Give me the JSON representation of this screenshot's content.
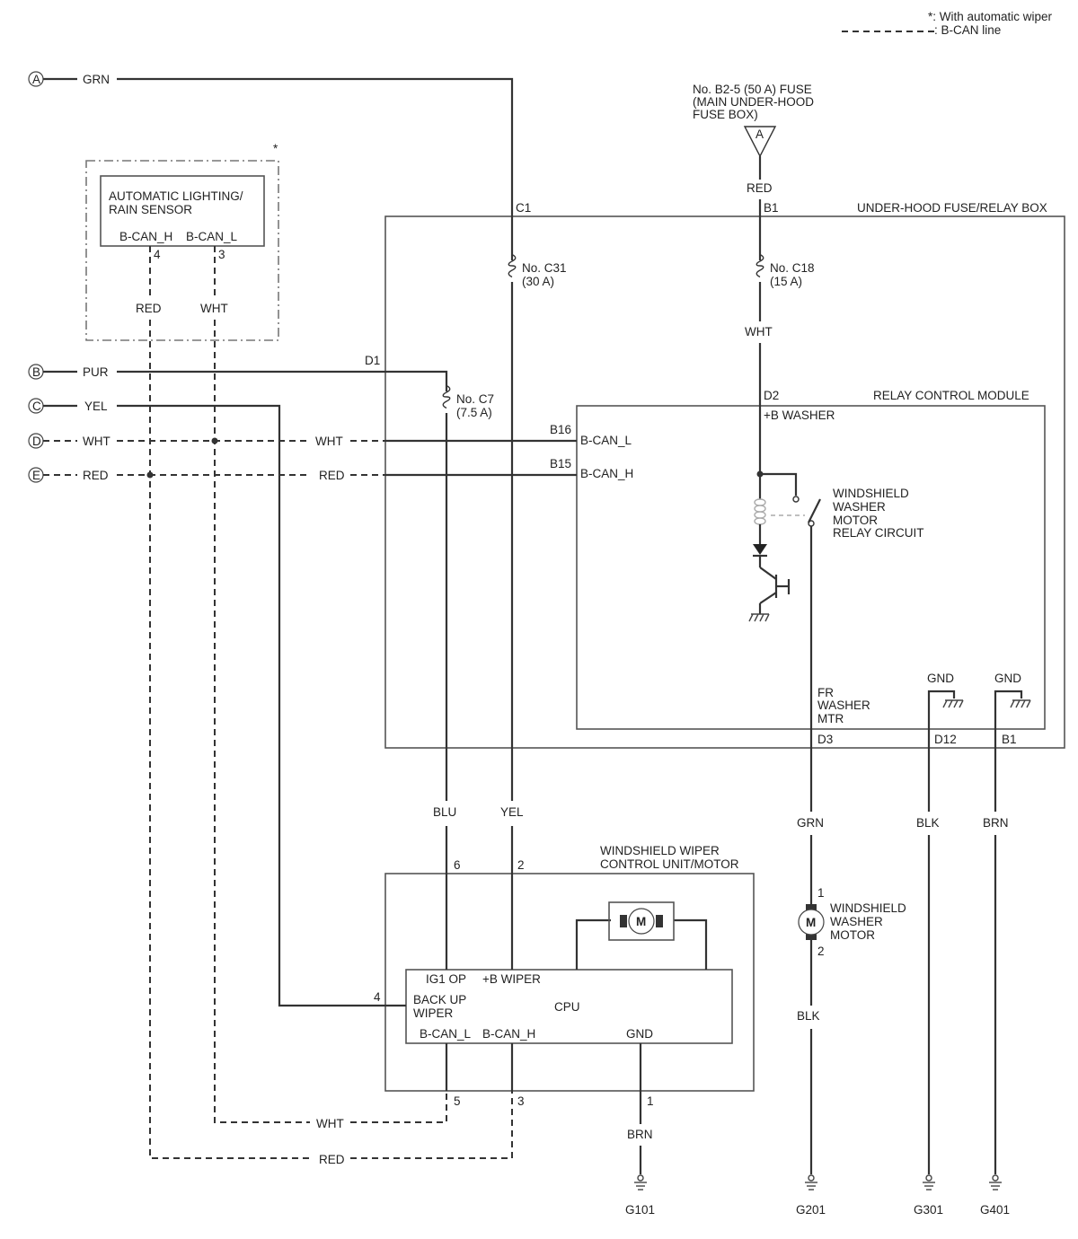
{
  "legend": {
    "automatic_wiper_note": "*: With automatic wiper",
    "bcan_line_note": ": B-CAN line"
  },
  "connectors": {
    "a": "A",
    "b": "B",
    "c": "C",
    "d": "D",
    "e": "E",
    "fuse_triangle": "A",
    "sensor_asterisk": "*"
  },
  "fuse_main": {
    "line1": "No. B2-5 (50 A) FUSE",
    "line2": "(MAIN UNDER-HOOD",
    "line3": "FUSE BOX)"
  },
  "under_hood_box": {
    "title": "UNDER-HOOD FUSE/RELAY BOX",
    "fuse_c31": {
      "name": "No. C31",
      "rating": "(30 A)"
    },
    "fuse_c18": {
      "name": "No. C18",
      "rating": "(15 A)"
    },
    "fuse_c7": {
      "name": "No. C7",
      "rating": "(7.5 A)"
    }
  },
  "relay_module": {
    "title": "RELAY CONTROL MODULE",
    "pin_b_washer": "+B WASHER",
    "pin_bcan_l": "B-CAN_L",
    "pin_bcan_h": "B-CAN_H",
    "relay_line1": "WINDSHIELD",
    "relay_line2": "WASHER",
    "relay_line3": "MOTOR",
    "relay_line4": "RELAY CIRCUIT",
    "fr_line1": "FR",
    "fr_line2": "WASHER",
    "fr_line3": "MTR",
    "gnd1": "GND",
    "gnd2": "GND"
  },
  "sensor": {
    "line1": "AUTOMATIC LIGHTING/",
    "line2": "RAIN SENSOR",
    "pin_h": "B-CAN_H",
    "pin_l": "B-CAN_L",
    "pin_h_num": "4",
    "pin_l_num": "3"
  },
  "wiper_unit": {
    "title1": "WINDSHIELD WIPER",
    "title2": "CONTROL UNIT/MOTOR",
    "ig1": "IG1 OP",
    "b_wiper": "+B WIPER",
    "cpu": "CPU",
    "backup1": "BACK UP",
    "backup2": "WIPER",
    "bcan_l": "B-CAN_L",
    "bcan_h": "B-CAN_H",
    "gnd": "GND",
    "motor": "M",
    "pin6": "6",
    "pin2": "2",
    "pin4": "4",
    "pin5": "5",
    "pin3": "3",
    "pin1": "1"
  },
  "washer_motor": {
    "line1": "WINDSHIELD",
    "line2": "WASHER",
    "line3": "MOTOR",
    "symbol": "M",
    "pin1": "1",
    "pin2": "2"
  },
  "terminals": {
    "c1": "C1",
    "b1_top": "B1",
    "d1": "D1",
    "d2": "D2",
    "b16": "B16",
    "b15": "B15",
    "d3": "D3",
    "d12": "D12",
    "b1_bottom": "B1"
  },
  "wires": {
    "grn_a": "GRN",
    "pur_b": "PUR",
    "yel_c": "YEL",
    "wht_d": "WHT",
    "wht_d2": "WHT",
    "red_e": "RED",
    "red_e2": "RED",
    "red_fuse": "RED",
    "wht_c18": "WHT",
    "red_sensor": "RED",
    "wht_sensor": "WHT",
    "blu": "BLU",
    "yel": "YEL",
    "grn_motor": "GRN",
    "blk_d12": "BLK",
    "brn_b1": "BRN",
    "blk_motor": "BLK",
    "brn_g101": "BRN",
    "wht_bottom": "WHT",
    "red_bottom": "RED"
  },
  "grounds": {
    "g101": "G101",
    "g201": "G201",
    "g301": "G301",
    "g401": "G401"
  }
}
